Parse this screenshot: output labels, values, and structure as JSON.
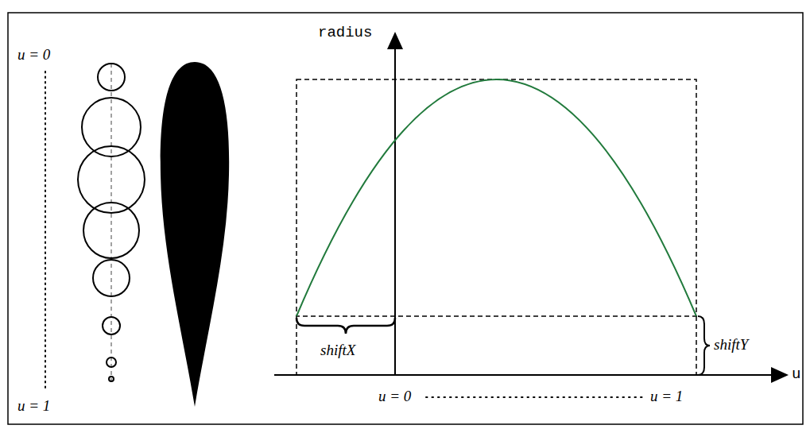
{
  "diagram": {
    "labels": [
      "u = 0",
      "u = 1",
      "radius",
      "shiftX",
      "shiftY",
      "u = 0",
      "u = 1",
      "u"
    ]
  }
}
